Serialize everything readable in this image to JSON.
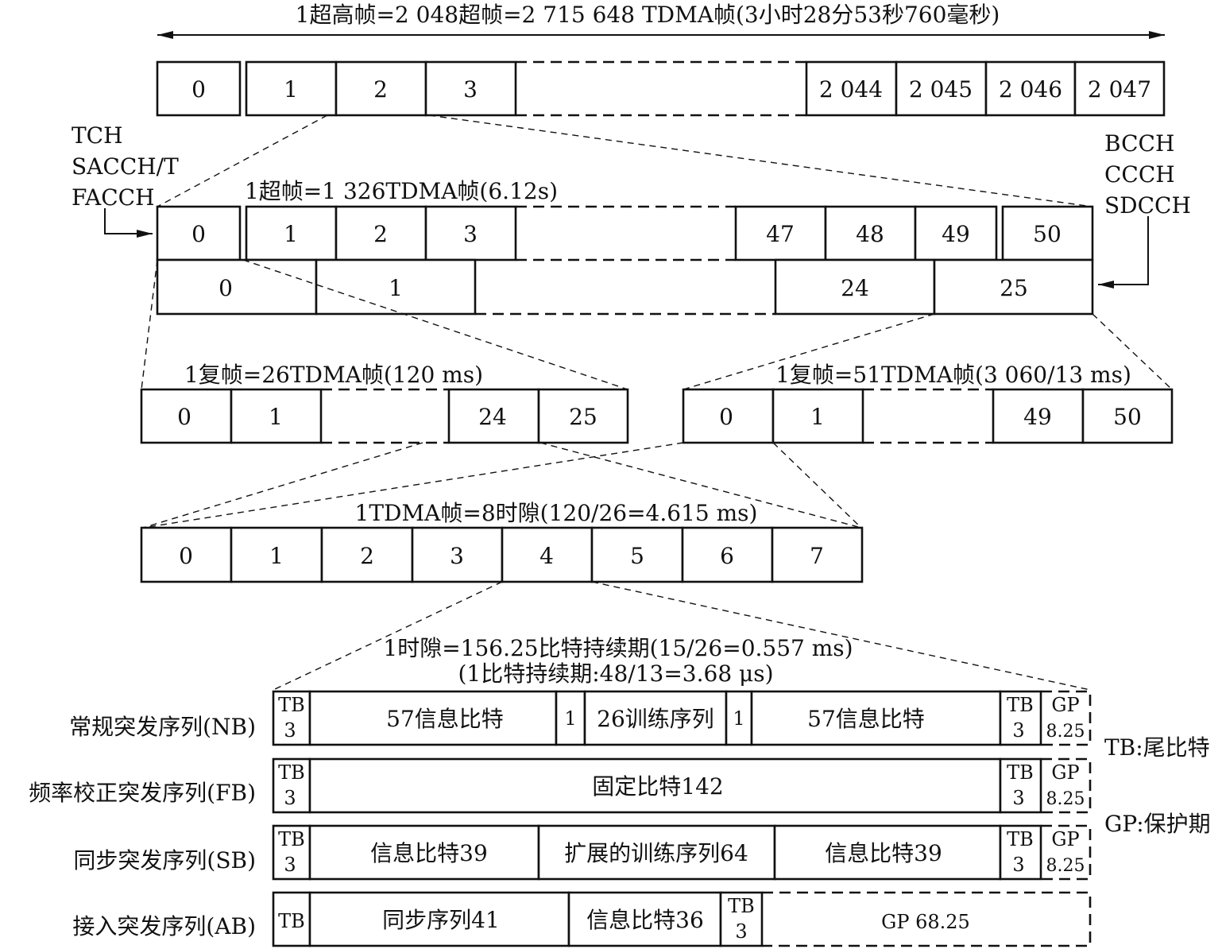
{
  "hyperframe": {
    "title": "1超高帧=2 048超帧=2 715 648 TDMA帧(3小时28分53秒760毫秒)",
    "frames_left": [
      "0",
      "1",
      "2",
      "3"
    ],
    "frames_right": [
      "2 044",
      "2 045",
      "2 046",
      "2 047"
    ]
  },
  "superframe": {
    "title": "1超帧=1 326TDMA帧(6.12s)",
    "top_left": [
      "0",
      "1",
      "2",
      "3"
    ],
    "top_right": [
      "47",
      "48",
      "49",
      "50"
    ],
    "bottom_left": [
      "0",
      "1"
    ],
    "bottom_right": [
      "24",
      "25"
    ],
    "left_channels": [
      "TCH",
      "SACCH/T",
      "FACCH"
    ],
    "right_channels": [
      "BCCH",
      "CCCH",
      "SDCCH"
    ]
  },
  "multiframe26": {
    "title": "1复帧=26TDMA帧(120 ms)",
    "left": [
      "0",
      "1"
    ],
    "right": [
      "24",
      "25"
    ]
  },
  "multiframe51": {
    "title": "1复帧=51TDMA帧(3 060/13 ms)",
    "left": [
      "0",
      "1"
    ],
    "right": [
      "49",
      "50"
    ]
  },
  "tdma_frame": {
    "title": "1TDMA帧=8时隙(120/26=4.615 ms)",
    "slots": [
      "0",
      "1",
      "2",
      "3",
      "4",
      "5",
      "6",
      "7"
    ]
  },
  "timeslot": {
    "title_line1": "1时隙=156.25比特持续期(15/26=0.557 ms)",
    "title_line2": "(1比特持续期:48/13=3.68 μs)"
  },
  "bursts": {
    "nb": {
      "label": "常规突发序列(NB)",
      "tb": "TB",
      "tb_num": "3",
      "info1": "57信息比特",
      "one1": "1",
      "training": "26训练序列",
      "one2": "1",
      "info2": "57信息比特",
      "gp": "GP",
      "gp_num": "8.25"
    },
    "fb": {
      "label": "频率校正突发序列(FB)",
      "tb": "TB",
      "tb_num": "3",
      "fixed": "固定比特142",
      "gp": "GP",
      "gp_num": "8.25"
    },
    "sb": {
      "label": "同步突发序列(SB)",
      "tb": "TB",
      "tb_num": "3",
      "info1": "信息比特39",
      "training": "扩展的训练序列64",
      "info2": "信息比特39",
      "gp": "GP",
      "gp_num": "8.25"
    },
    "ab": {
      "label": "接入突发序列(AB)",
      "tb": "TB",
      "sync": "同步序列41",
      "info": "信息比特36",
      "tb2": "TB",
      "tb2_num": "3",
      "gp": "GP 68.25"
    }
  },
  "legend": {
    "tb": "TB:尾比特",
    "gp": "GP:保护期"
  }
}
